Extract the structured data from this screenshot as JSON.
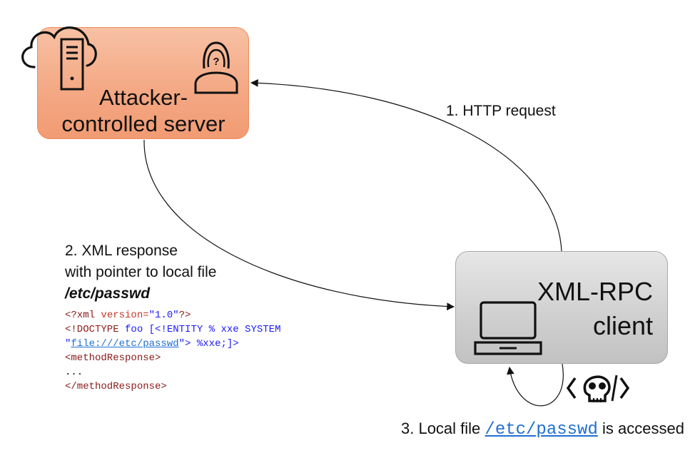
{
  "nodes": {
    "attacker": {
      "label_line1": "Attacker-",
      "label_line2": "controlled server",
      "icons": [
        "cloud-icon",
        "server-icon",
        "hacker-icon"
      ]
    },
    "client": {
      "label_line1": "XML-RPC",
      "label_line2": "client",
      "icons": [
        "laptop-icon"
      ]
    }
  },
  "steps": {
    "step1": "1. HTTP request",
    "step2": {
      "line1": "2. XML response",
      "line2": "with pointer to local file",
      "path": "/etc/passwd"
    },
    "step3": {
      "prefix": "3. Local file",
      "path": "/etc/passwd",
      "suffix": "is accessed"
    }
  },
  "code": {
    "line1_open": "<?xml",
    "line1_attr": "version=",
    "line1_str": "\"1.0\"",
    "line1_close": "?>",
    "line2_tag": "<!DOCTYPE",
    "line2_rest": "foo [<!ENTITY % xxe SYSTEM",
    "line3_quote_open": "\"",
    "line3_link": "file:///etc/passwd",
    "line3_quote_close": "\">",
    "line3_rest": "%xxe;]>",
    "line4": "<methodResponse>",
    "line5": "...",
    "line6": "</methodResponse>"
  },
  "colors": {
    "attacker_fill": "#f4a985",
    "client_fill": "#cfcfcf",
    "link": "#1f6fd1"
  }
}
